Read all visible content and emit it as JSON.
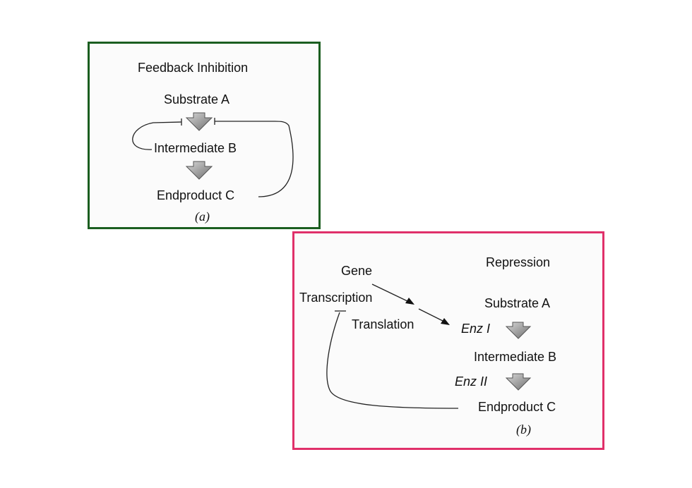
{
  "panel_a": {
    "title": "Feedback Inhibition",
    "substrate": "Substrate A",
    "intermediate": "Intermediate B",
    "endproduct": "Endproduct C",
    "caption": "(a)"
  },
  "panel_b": {
    "title": "Repression",
    "gene": "Gene",
    "transcription": "Transcription",
    "translation": "Translation",
    "substrate": "Substrate A",
    "enzyme_1": "Enz I",
    "intermediate": "Intermediate B",
    "enzyme_2": "Enz II",
    "endproduct": "Endproduct C",
    "caption": "(b)"
  },
  "colors": {
    "panel_a_border": "#1b5e20",
    "panel_b_border": "#e0306a",
    "arrow_fill": "#8a8a8a"
  }
}
